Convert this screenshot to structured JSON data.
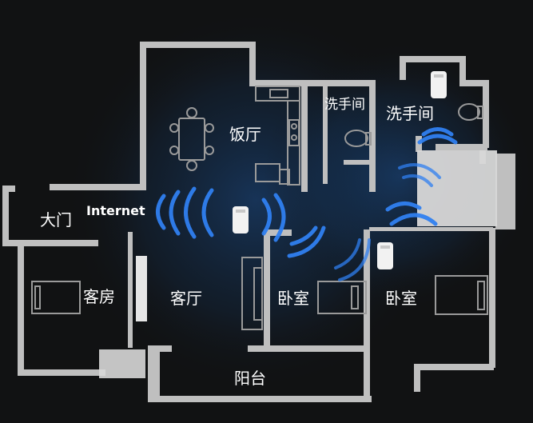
{
  "labels": {
    "dining": "饭厅",
    "wash1": "洗手间",
    "wash2": "洗手间",
    "door": "大门",
    "internet": "Internet",
    "guest": "客房",
    "living": "客厅",
    "bed1": "卧室",
    "bed2": "卧室",
    "balcony": "阳台"
  },
  "colors": {
    "background": "#111213",
    "wall": "#bfbfbf",
    "signal": "#2f7ff0",
    "glow": "#16345c"
  },
  "icons": [
    "router-icon",
    "wifi-signal-icon"
  ]
}
